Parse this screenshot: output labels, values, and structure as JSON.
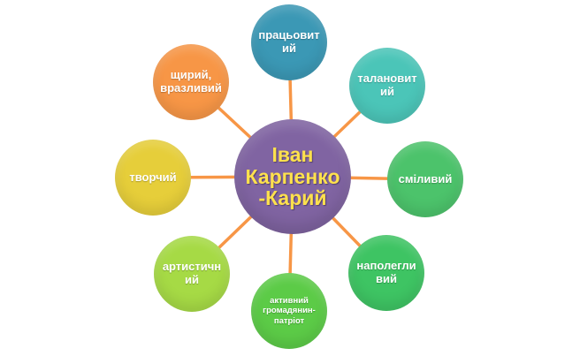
{
  "diagram": {
    "type": "radial",
    "center": {
      "label": "Іван Карпенко-Карий",
      "color": "#8064A2",
      "text_color": "#FFE14D"
    },
    "connector_color": "#F79646",
    "nodes": [
      {
        "label": "працьовитий",
        "color": "#3B98B5"
      },
      {
        "label": "талановитий",
        "color": "#4BC5B8"
      },
      {
        "label": "сміливий",
        "color": "#4CC36B"
      },
      {
        "label": "наполегливий",
        "color": "#3EC463"
      },
      {
        "label": "активний громадянин-патріот",
        "color": "#5CCB47"
      },
      {
        "label": "артистичний",
        "color": "#A6DA45"
      },
      {
        "label": "творчий",
        "color": "#E6CE3A"
      },
      {
        "label": "щирий, вразливий",
        "color": "#F79646"
      }
    ]
  }
}
